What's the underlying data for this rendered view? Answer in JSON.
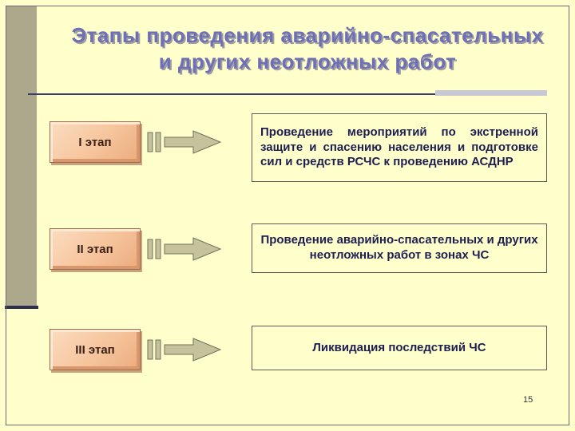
{
  "slide": {
    "title": {
      "line1": "Этапы проведения аварийно-спасательных",
      "line2": "и других неотложных работ"
    },
    "stages": [
      {
        "label": "I этап",
        "description": "Проведение мероприятий по экстренной защите и спасению населения и подготовке сил и средств РСЧС к проведению АСДНР"
      },
      {
        "label": "II этап",
        "description": "Проведение аварийно-спасательных и других неотложных работ в зонах ЧС"
      },
      {
        "label": "III этап",
        "description": "Ликвидация последствий ЧС"
      }
    ],
    "page_number": "15",
    "icons": {
      "stage_arrow": "block-arrow-right"
    },
    "colors": {
      "background": "#FFFFCC",
      "title_text": "#6F6FB8",
      "left_bar": "#ACA88C",
      "button_fill": "#F6C49C",
      "arrow_fill": "#C6C29B",
      "box_text": "#1E1E50"
    }
  }
}
